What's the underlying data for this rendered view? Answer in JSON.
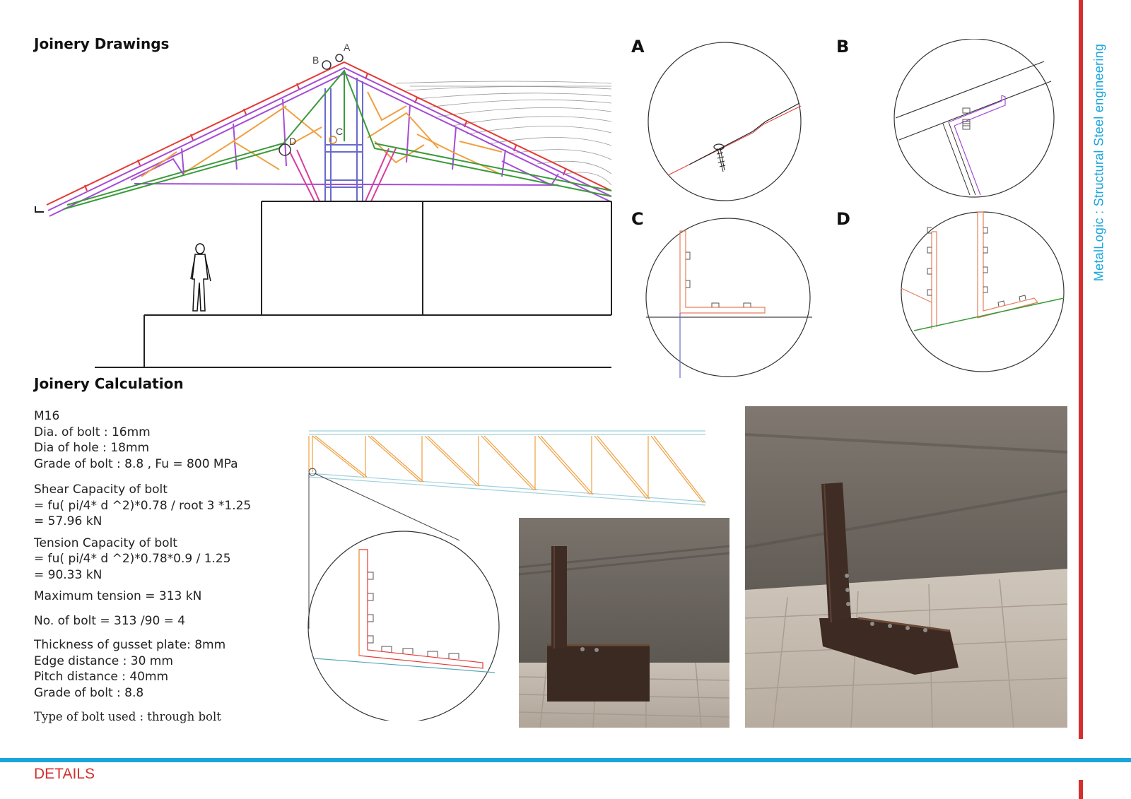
{
  "headings": {
    "drawings": "Joinery Drawings",
    "calculation": "Joinery Calculation"
  },
  "truss_labels": {
    "a": "A",
    "b": "B",
    "c": "C",
    "d": "D"
  },
  "details": [
    {
      "letter": "A"
    },
    {
      "letter": "B"
    },
    {
      "letter": "C"
    },
    {
      "letter": "D"
    }
  ],
  "calculation": {
    "bolt": "M16",
    "dia_bolt": "Dia. of bolt : 16mm",
    "dia_hole": "Dia of hole : 18mm",
    "grade": "Grade of bolt  : 8.8 , Fu = 800 MPa",
    "shear_title": "Shear Capacity of bolt",
    "shear_formula": "= fu( pi/4* d ^2)*0.78 / root 3 *1.25",
    "shear_result": "= 57.96 kN",
    "tension_title": "Tension Capacity of bolt",
    "tension_formula": "= fu( pi/4* d ^2)*0.78*0.9 / 1.25",
    "tension_result": "= 90.33 kN",
    "max_tension": "Maximum tension = 313 kN",
    "no_bolt": "No. of bolt = 313 /90 = 4",
    "gusset": "Thickness of gusset plate: 8mm",
    "edge": "Edge distance : 30 mm",
    "pitch": "Pitch distance : 40mm",
    "grade2": "Grade of bolt  : 8.8",
    "type": "Type of bolt used : through bolt"
  },
  "sidebar": {
    "title": "MetalLogic : Structural Steel  engineering"
  },
  "footer": {
    "section": "DETAILS"
  },
  "colors": {
    "accent_red": "#d32f2f",
    "accent_blue": "#1aa6dc",
    "truss_red": "#e53935",
    "truss_purple": "#a64bd6",
    "truss_orange": "#f0a040",
    "truss_green": "#3a9a3a",
    "truss_blue": "#6a6acd"
  }
}
